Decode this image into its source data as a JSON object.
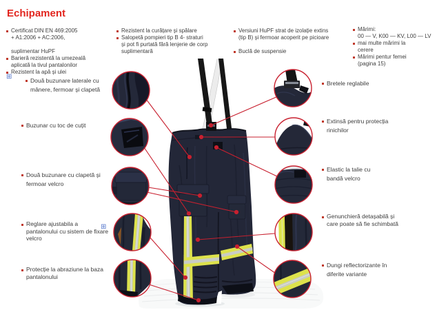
{
  "page": {
    "title": "Echipament"
  },
  "icons": {
    "expand_marker": "⊞"
  },
  "colors": {
    "title_red": "#e2261f",
    "accent_red": "#c8202f",
    "bullet_red": "#c0392b",
    "body_text": "#3d3d3d",
    "garment_navy": "#232738",
    "reflective_yellow": "#dde24c",
    "reflective_silver": "#c9ccc4",
    "suspender_black": "#171717",
    "suspender_white": "#ececec",
    "expand_icon_blue": "#5577cc"
  },
  "top_columns": [
    {
      "items": [
        {
          "text": "Certificat DIN EN 469:2005\n+ A1:2006 + AC:2006,\n\nsuplimentar HuPF"
        },
        {
          "text": "Barieră rezistentă la umezeală\naplicată la tivul pantalonilor"
        },
        {
          "text": "Rezistent la apă și ulei"
        }
      ]
    },
    {
      "items": [
        {
          "text": "Rezistent la curățare și spălare"
        },
        {
          "text": "Salopetă pompieri tip B 4- straturi\nși pot fi purtată fără lenjerie de corp\nsuplimentară"
        }
      ]
    },
    {
      "items": [
        {
          "text": "Versiuni HuPF strat de izolație extins\n(tip B) și fermoar acoperit pe picioare"
        },
        {
          "text": "Buclă de suspensie"
        }
      ]
    },
    {
      "items": [
        {
          "text": "Mărimi:\n00 — V, K00 — KV, L00 — LV"
        },
        {
          "text": "mai multe mărimi la\ncerere"
        },
        {
          "text": "Mărimi pentur femei\n(pagina 15)"
        }
      ]
    }
  ],
  "left_callouts": [
    {
      "text": "Două buzunare laterale cu\nmânere, fermoar și clapetă"
    },
    {
      "text": "Buzunar cu toc de cuțit"
    },
    {
      "text": "Două buzunare cu clapetă și\nfermoar velcro"
    },
    {
      "text": "Reglare ajustabila a\npantalonului cu sistem de fixare\nvelcro"
    },
    {
      "text": "Protecție la abraziune la baza\npantalonului"
    }
  ],
  "right_callouts": [
    {
      "text": "Bretele reglabile"
    },
    {
      "text": "Extinsă pentru protecția\nrinichilor"
    },
    {
      "text": "Elastic la talie cu\nbandă velcro"
    },
    {
      "text": "Genunchieră detașabilă și\ncare poate să fie schimbată"
    },
    {
      "text": "Dungi reflectorizante în\ndiferite variante"
    }
  ]
}
